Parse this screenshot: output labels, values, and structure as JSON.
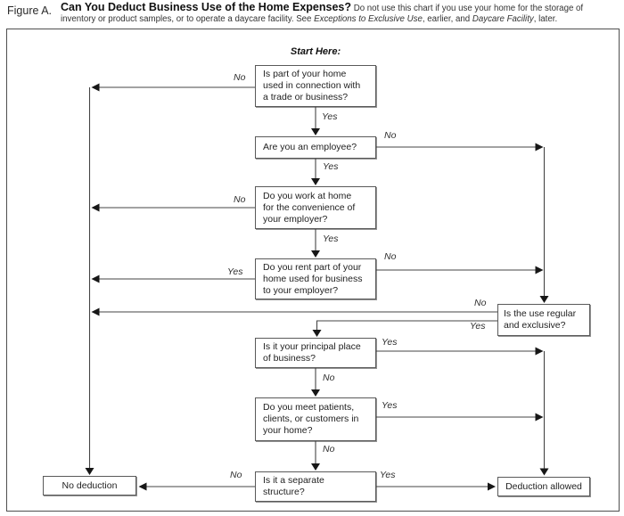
{
  "header": {
    "figure_label": "Figure A.",
    "title": "Can You Deduct Business Use of the Home Expenses?",
    "desc_1": "Do not use this chart if you use your home for the storage of inventory or product samples, or to operate a daycare facility. See ",
    "desc_italic_1": "Exceptions to Exclusive Use",
    "desc_2": ", earlier, and ",
    "desc_italic_2": "Daycare Facility",
    "desc_3": ", later."
  },
  "chart": {
    "start_label": "Start Here:",
    "nodes": [
      {
        "id": "q-home-trade-business",
        "label": "Is part of your home\nused in connection with\na trade or business?"
      },
      {
        "id": "q-employee",
        "label": "Are you an employee?"
      },
      {
        "id": "q-convenience-employer",
        "label": "Do you work at home\nfor the convenience of\nyour employer?"
      },
      {
        "id": "q-rent-to-employer",
        "label": "Do you rent part of your\nhome used for business\nto your employer?"
      },
      {
        "id": "q-regular-exclusive",
        "label": "Is the use regular\nand exclusive?"
      },
      {
        "id": "q-principal-place",
        "label": "Is it your principal place\nof business?"
      },
      {
        "id": "q-meet-patients",
        "label": "Do you meet patients,\nclients, or customers in\nyour home?"
      },
      {
        "id": "q-separate-structure",
        "label": "Is it a separate\nstructure?"
      },
      {
        "id": "no-deduction",
        "label": "No deduction"
      },
      {
        "id": "deduction-allowed",
        "label": "Deduction allowed"
      }
    ],
    "edges": [
      {
        "from": "q-home-trade-business",
        "label": "No",
        "to": "no-deduction"
      },
      {
        "from": "q-home-trade-business",
        "label": "Yes",
        "to": "q-employee"
      },
      {
        "from": "q-employee",
        "label": "No",
        "to": "q-regular-exclusive"
      },
      {
        "from": "q-employee",
        "label": "Yes",
        "to": "q-convenience-employer"
      },
      {
        "from": "q-convenience-employer",
        "label": "No",
        "to": "no-deduction"
      },
      {
        "from": "q-convenience-employer",
        "label": "Yes",
        "to": "q-rent-to-employer"
      },
      {
        "from": "q-rent-to-employer",
        "label": "Yes",
        "to": "no-deduction"
      },
      {
        "from": "q-rent-to-employer",
        "label": "No",
        "to": "q-regular-exclusive"
      },
      {
        "from": "q-regular-exclusive",
        "label": "No",
        "to": "no-deduction"
      },
      {
        "from": "q-regular-exclusive",
        "label": "Yes",
        "to": "q-principal-place"
      },
      {
        "from": "q-principal-place",
        "label": "Yes",
        "to": "deduction-allowed"
      },
      {
        "from": "q-principal-place",
        "label": "No",
        "to": "q-meet-patients"
      },
      {
        "from": "q-meet-patients",
        "label": "Yes",
        "to": "deduction-allowed"
      },
      {
        "from": "q-meet-patients",
        "label": "No",
        "to": "q-separate-structure"
      },
      {
        "from": "q-separate-structure",
        "label": "No",
        "to": "no-deduction"
      },
      {
        "from": "q-separate-structure",
        "label": "Yes",
        "to": "deduction-allowed"
      }
    ]
  }
}
